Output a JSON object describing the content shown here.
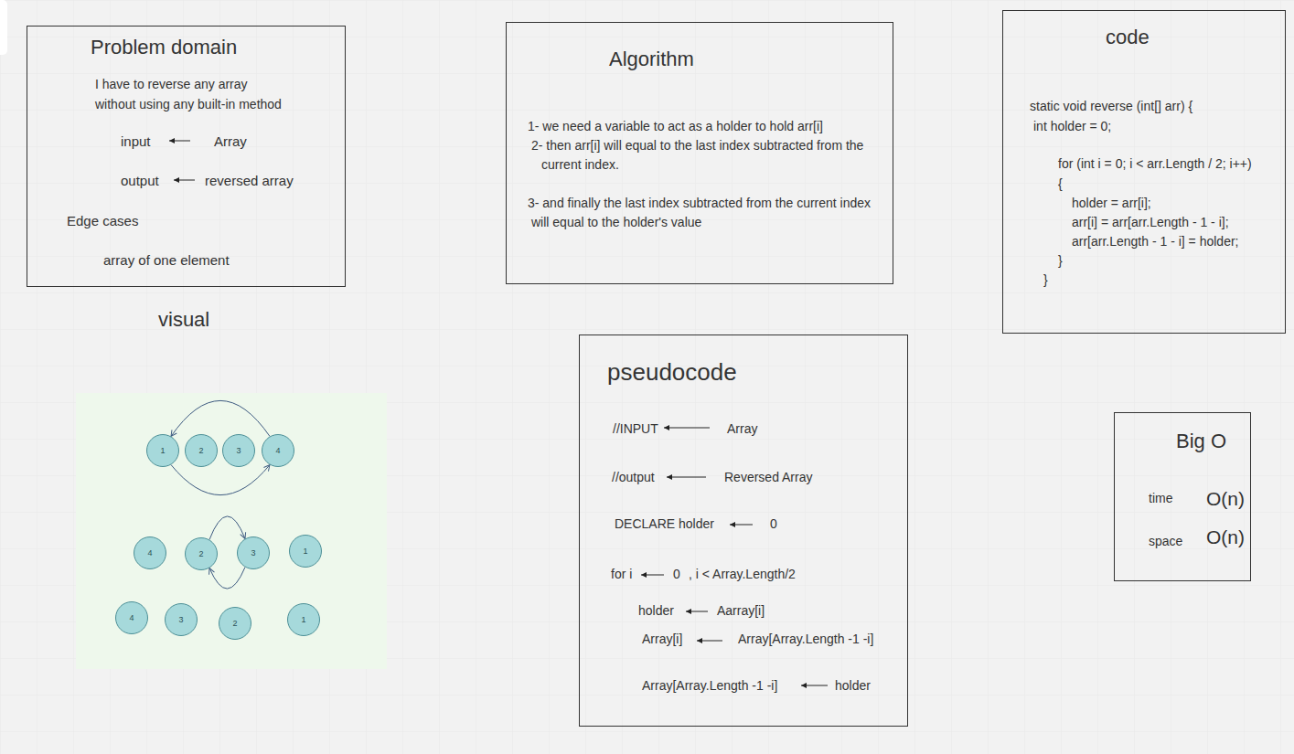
{
  "diagram": {
    "nodes": [
      {
        "text": [
          "Problem domain",
          "I have to reverse any array without using any built-in method",
          "input",
          "Array",
          "output",
          "reversed array",
          "Edge cases",
          "array of one element"
        ]
      },
      {
        "text": [
          "Algorithm",
          "1- we need a variable to act as a holder to hold arr[i]",
          "2- then arr[i] will equal to the last index subtracted from the current index.",
          "3- and finally the last index subtracted from the current index will equal to the holder's value"
        ]
      },
      {
        "text": [
          "code",
          "static void reverse (int[] arr) {",
          "int holder = 0;",
          "for (int i = 0; i < arr.Length / 2; i++)",
          "{",
          "holder = arr[i];",
          "arr[i] = arr[arr.Length - 1 - i];",
          "arr[arr.Length - 1 - i] = holder;",
          "}",
          "}"
        ]
      },
      {
        "text": [
          "visual"
        ]
      },
      {
        "text": [
          "1"
        ],
        "in": 3
      },
      {
        "text": [
          "2"
        ],
        "in": 3
      },
      {
        "text": [
          "3"
        ],
        "in": 3
      },
      {
        "text": [
          "4"
        ],
        "in": 3
      },
      {
        "text": [
          "4"
        ],
        "in": 3
      },
      {
        "text": [
          "2"
        ],
        "in": 3
      },
      {
        "text": [
          "3"
        ],
        "in": 3
      },
      {
        "text": [
          "1"
        ],
        "in": 3
      },
      {
        "text": [
          "4"
        ],
        "in": 3
      },
      {
        "text": [
          "3"
        ],
        "in": 3
      },
      {
        "text": [
          "2"
        ],
        "in": 3
      },
      {
        "text": [
          "1"
        ],
        "in": 3
      },
      {
        "text": [
          "pseudocode",
          "//INPUT",
          "Array",
          "//output",
          "Reversed Array",
          "DECLARE holder",
          "0",
          "for i",
          "0",
          ", i < Array.Length/2",
          "holder",
          "Aarray[i]",
          "Array[i]",
          "Array[Array.Length -1 -i]",
          "Array[Array.Length -1 -i]",
          "holder"
        ]
      },
      {
        "text": [
          "Big O",
          "time",
          "O(n)",
          "space",
          "O(n)"
        ]
      }
    ],
    "edges": [
      {
        "from": 7,
        "to": 4,
        "arrow": "to"
      },
      {
        "from": 4,
        "to": 7,
        "arrow": "to"
      },
      {
        "from": 9,
        "to": 10,
        "arrow": "to"
      },
      {
        "from": 10,
        "to": 9,
        "arrow": "to"
      }
    ]
  }
}
